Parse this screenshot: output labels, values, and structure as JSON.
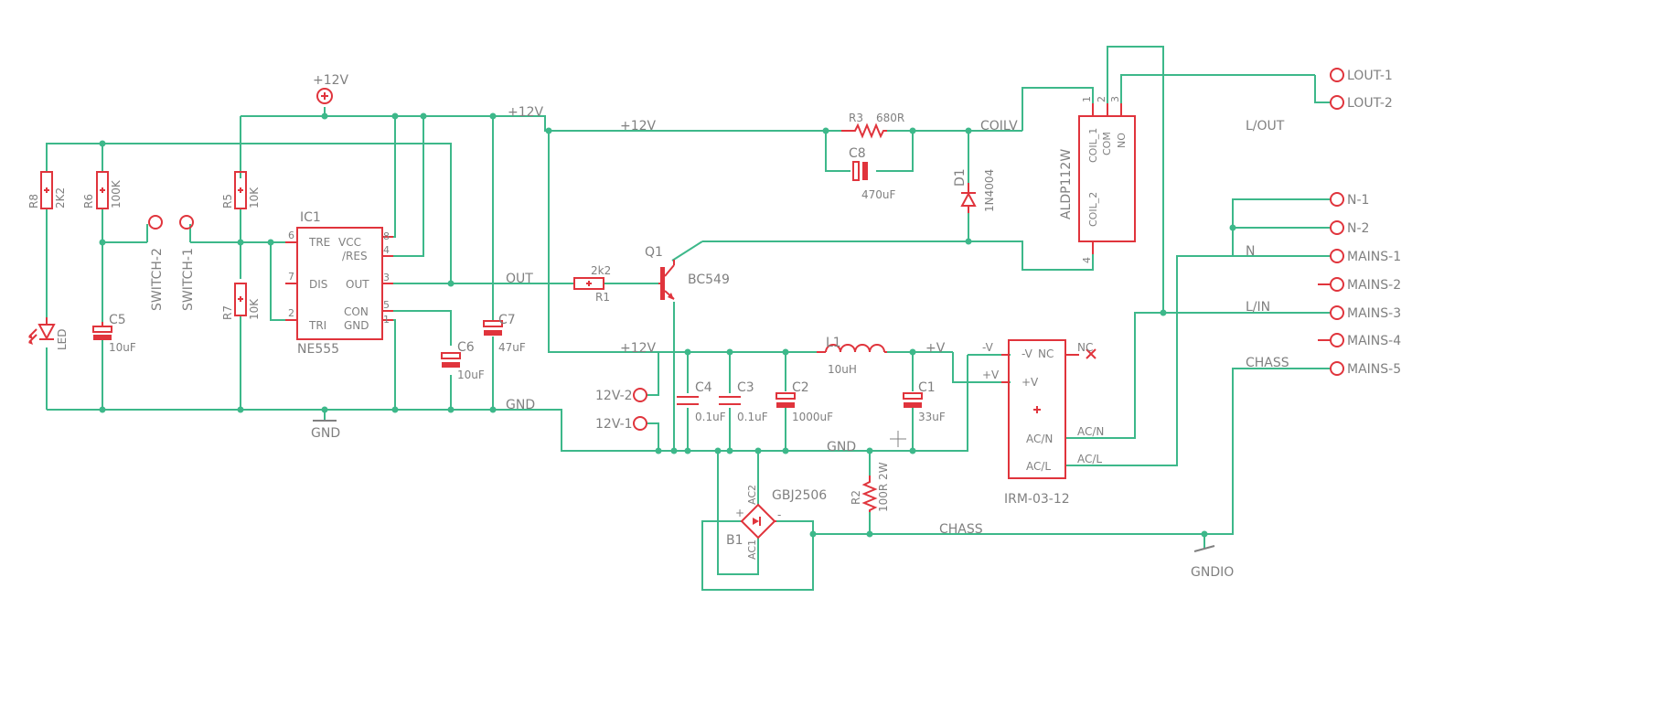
{
  "components": {
    "r8": {
      "name": "R8",
      "value": "2K2"
    },
    "r6": {
      "name": "R6",
      "value": "100K"
    },
    "r5": {
      "name": "R5",
      "value": "10K"
    },
    "r7": {
      "name": "R7",
      "value": "10K"
    },
    "r1": {
      "name": "R1",
      "value": "2k2"
    },
    "r3": {
      "name": "R3",
      "value": "680R"
    },
    "r2": {
      "name": "R2",
      "value": "100R 2W"
    },
    "c5": {
      "name": "C5",
      "value": "10uF"
    },
    "c6": {
      "name": "C6",
      "value": "10uF"
    },
    "c7": {
      "name": "C7",
      "value": "47uF"
    },
    "c8": {
      "name": "C8",
      "value": "470uF"
    },
    "c4": {
      "name": "C4",
      "value": "0.1uF"
    },
    "c3": {
      "name": "C3",
      "value": "0.1uF"
    },
    "c2": {
      "name": "C2",
      "value": "1000uF"
    },
    "c1": {
      "name": "C1",
      "value": "33uF"
    },
    "l1": {
      "name": "L1",
      "value": "10uH"
    },
    "d1": {
      "name": "D1",
      "value": "1N4004"
    },
    "q1": {
      "name": "Q1",
      "value": "BC549"
    },
    "led": {
      "name": "LED"
    },
    "b1": {
      "name": "B1",
      "value": "GBJ2506",
      "pin_ac1": "AC1",
      "pin_ac2": "AC2",
      "plus": "+",
      "minus": "-"
    },
    "ic1": {
      "name": "IC1",
      "value": "NE555",
      "pins_left": [
        {
          "num": "6",
          "label": "TRE"
        },
        {
          "num": "7",
          "label": "DIS"
        },
        {
          "num": "2",
          "label": "TRI"
        }
      ],
      "pins_right": [
        {
          "num": "8",
          "label": "VCC"
        },
        {
          "num": "4",
          "label": "/RES"
        },
        {
          "num": "3",
          "label": "OUT"
        },
        {
          "num": "5",
          "label": "CON"
        },
        {
          "num": "1",
          "label": "GND"
        }
      ]
    },
    "relay": {
      "name": "ALDP112W",
      "labels": [
        "COIL_1",
        "COM",
        "NO",
        "COIL_2"
      ],
      "pins": [
        "1",
        "2",
        "3",
        "4"
      ]
    },
    "psu": {
      "name": "IRM-03-12",
      "pin_labels": {
        "vneg": "-V",
        "nc": "NC",
        "vpos": "+V",
        "acn": "AC/N",
        "acl": "AC/L"
      },
      "plus": "+"
    }
  },
  "connectors": {
    "switch": [
      "SWITCH-2",
      "SWITCH-1"
    ],
    "v12": [
      "12V-2",
      "12V-1"
    ],
    "lout": [
      "LOUT-1",
      "LOUT-2"
    ],
    "n": [
      "N-1",
      "N-2"
    ],
    "mains": [
      "MAINS-1",
      "MAINS-2",
      "MAINS-3",
      "MAINS-4",
      "MAINS-5"
    ]
  },
  "nets": {
    "v12_top": "+12V",
    "v12_a": "+12V",
    "v12_b": "+12V",
    "v12_c": "+12V",
    "gnd_a": "GND",
    "gnd_b": "GND",
    "gnd_c": "GND",
    "out": "OUT",
    "coilv": "COILV",
    "vplus": "+V",
    "vminus": "-V",
    "vplus2": "+V",
    "nc": "NC",
    "acn": "AC/N",
    "acl": "AC/L",
    "lout": "L/OUT",
    "n": "N",
    "lin": "L/IN",
    "chass": "CHASS",
    "chass2": "CHASS",
    "gndio": "GNDIO"
  },
  "colors": {
    "wire": "#3db88a",
    "part": "#e0343c",
    "label": "#808080",
    "background": "#ffffff"
  }
}
